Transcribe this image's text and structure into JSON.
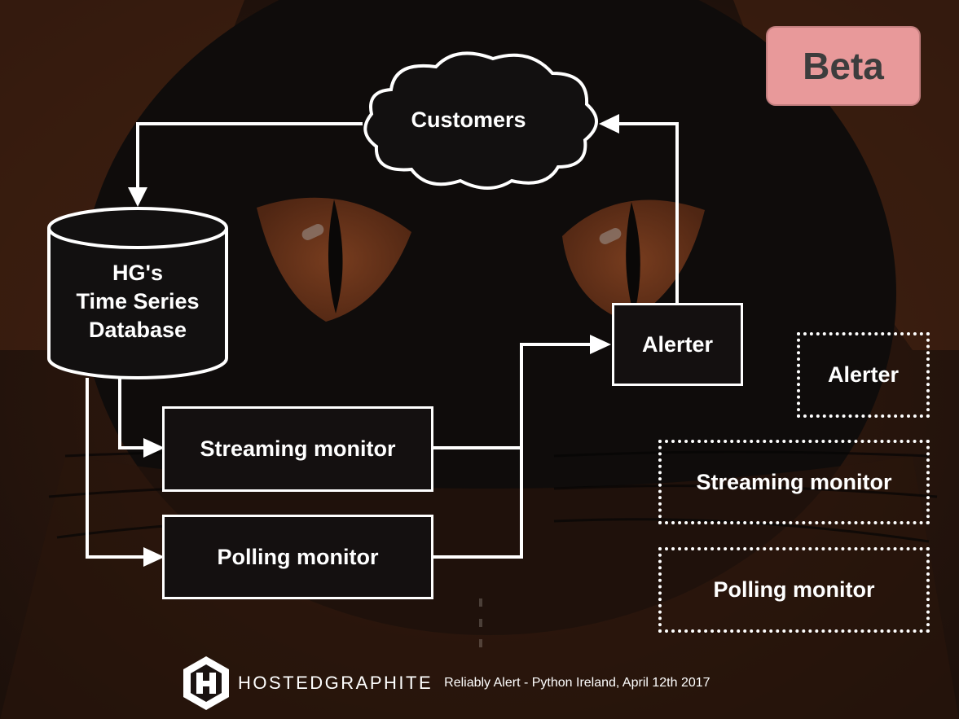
{
  "badge": {
    "label": "Beta"
  },
  "diagram": {
    "customers": "Customers",
    "database": {
      "line1": "HG's",
      "line2": "Time Series",
      "line3": "Database"
    },
    "alerter": "Alerter",
    "streaming_monitor": "Streaming monitor",
    "polling_monitor": "Polling monitor"
  },
  "beta_components": {
    "alerter": "Alerter",
    "streaming_monitor": "Streaming monitor",
    "polling_monitor": "Polling monitor"
  },
  "footer": {
    "brand": "HOSTEDGRAPHITE",
    "caption": "Reliably Alert - Python Ireland, April 12th 2017"
  },
  "colors": {
    "background": "#1a1210",
    "cat_orange": "#7a3a1a",
    "line": "#ffffff",
    "badge": "#e8999a"
  }
}
